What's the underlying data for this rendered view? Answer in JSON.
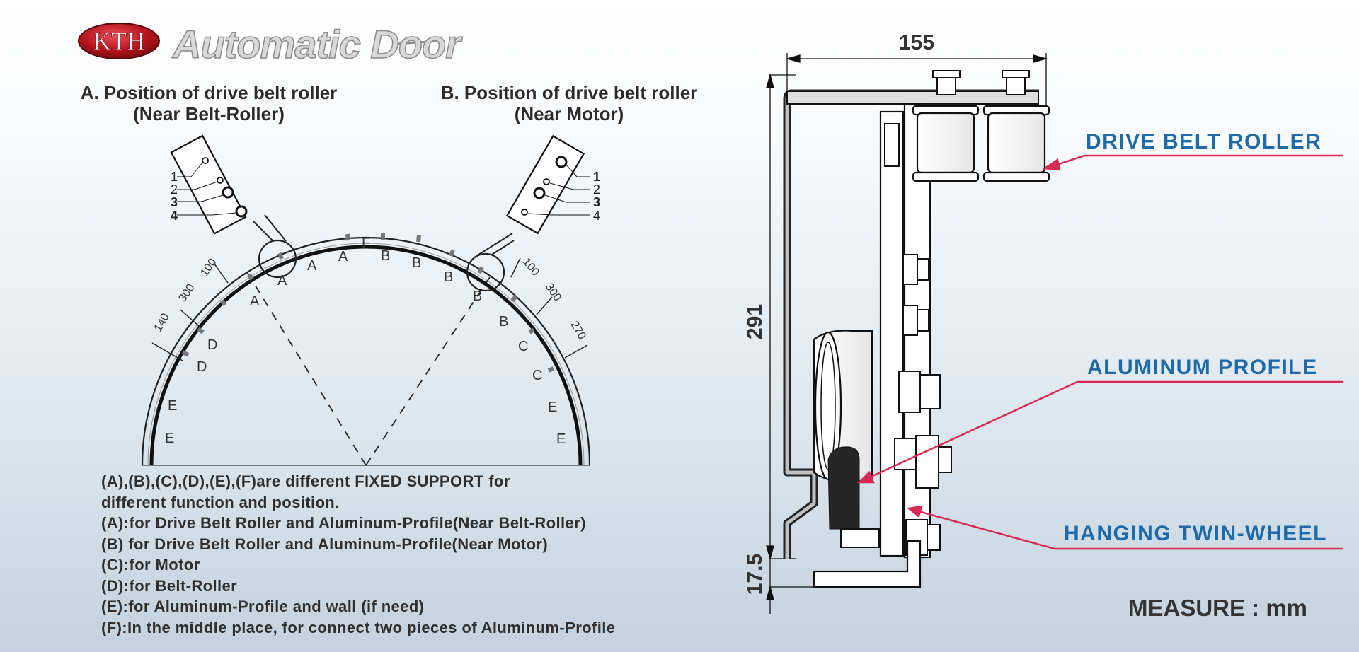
{
  "logo": {
    "badge": "KTH",
    "wordmark": "Automatic Door"
  },
  "diagram_a": {
    "title_line1": "A. Position of drive belt roller",
    "title_line2": "(Near Belt-Roller)",
    "hole_labels": [
      "1",
      "2",
      "3",
      "4"
    ]
  },
  "diagram_b": {
    "title_line1": "B. Position of drive belt roller",
    "title_line2": "(Near Motor)",
    "hole_labels": [
      "1",
      "2",
      "3",
      "4"
    ]
  },
  "arc_labels": {
    "letters": [
      "A",
      "A",
      "A",
      "A",
      "F",
      "B",
      "B",
      "B",
      "B",
      "B",
      "C",
      "C",
      "D",
      "D",
      "E",
      "E",
      "E",
      "E"
    ],
    "dims": [
      "100",
      "300",
      "140",
      "100",
      "300",
      "270"
    ]
  },
  "notes": [
    "(A),(B),(C),(D),(E),(F)are different FIXED SUPPORT for",
    "different function and position.",
    "(A):for Drive Belt Roller and Aluminum-Profile(Near Belt-Roller)",
    "(B) for Drive Belt Roller and Aluminum-Profile(Near Motor)",
    "(C):for Motor",
    "(D):for Belt-Roller",
    "(E):for Aluminum-Profile and wall (if need)",
    "(F):In the middle place, for connect two pieces of Aluminum-Profile"
  ],
  "dimensions": {
    "width": "155",
    "height": "291",
    "small": "17.5"
  },
  "callouts": {
    "drive_belt_roller": "DRIVE  BELT  ROLLER",
    "aluminum_profile": "ALUMINUM  PROFILE",
    "hanging_twin_wheel": "HANGING TWIN-WHEEL"
  },
  "measure": "MEASURE : mm",
  "colors": {
    "callout_text": "#1f6aa8",
    "leader_line": "#d62a55",
    "logo_red": "#b5121b"
  }
}
